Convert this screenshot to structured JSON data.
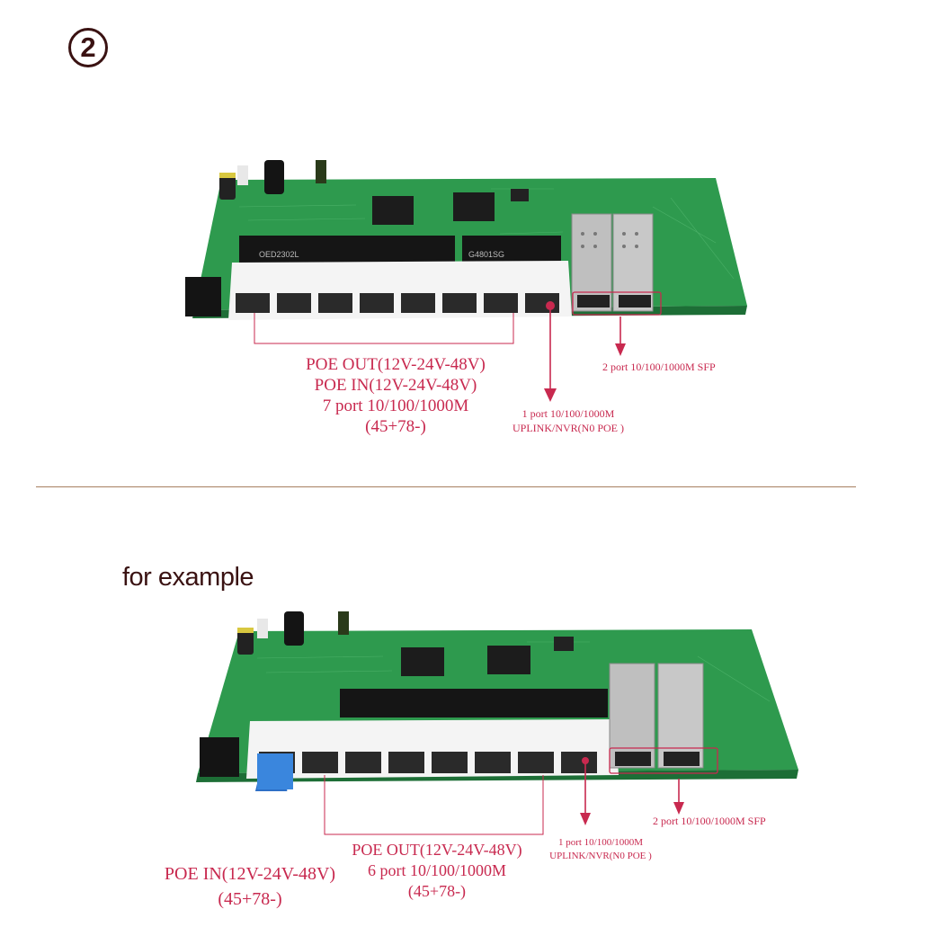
{
  "step_number": "2",
  "top": {
    "label_ports": [
      "POE OUT(12V-24V-48V)",
      "POE IN(12V-24V-48V)",
      "7 port 10/100/1000M",
      "(45+78-)"
    ],
    "label_uplink": [
      "1 port 10/100/1000M",
      "UPLINK/NVR(N0 POE )"
    ],
    "label_sfp": "2 port 10/100/1000M SFP"
  },
  "example_heading": "for example",
  "bottom": {
    "label_poe_in": [
      "POE IN(12V-24V-48V)",
      "(45+78-)"
    ],
    "label_ports": [
      "POE OUT(12V-24V-48V)",
      "6 port 10/100/1000M",
      "(45+78-)"
    ],
    "label_uplink": [
      "1 port 10/100/1000M",
      "UPLINK/NVR(N0 POE )"
    ],
    "label_sfp": "2 port 10/100/1000M SFP"
  },
  "colors": {
    "annotation": "#c8294f",
    "pcb_green": "#2e9a4e",
    "heading": "#3a1212"
  },
  "chip_marks": [
    "OED2302L",
    "G4801SG"
  ]
}
